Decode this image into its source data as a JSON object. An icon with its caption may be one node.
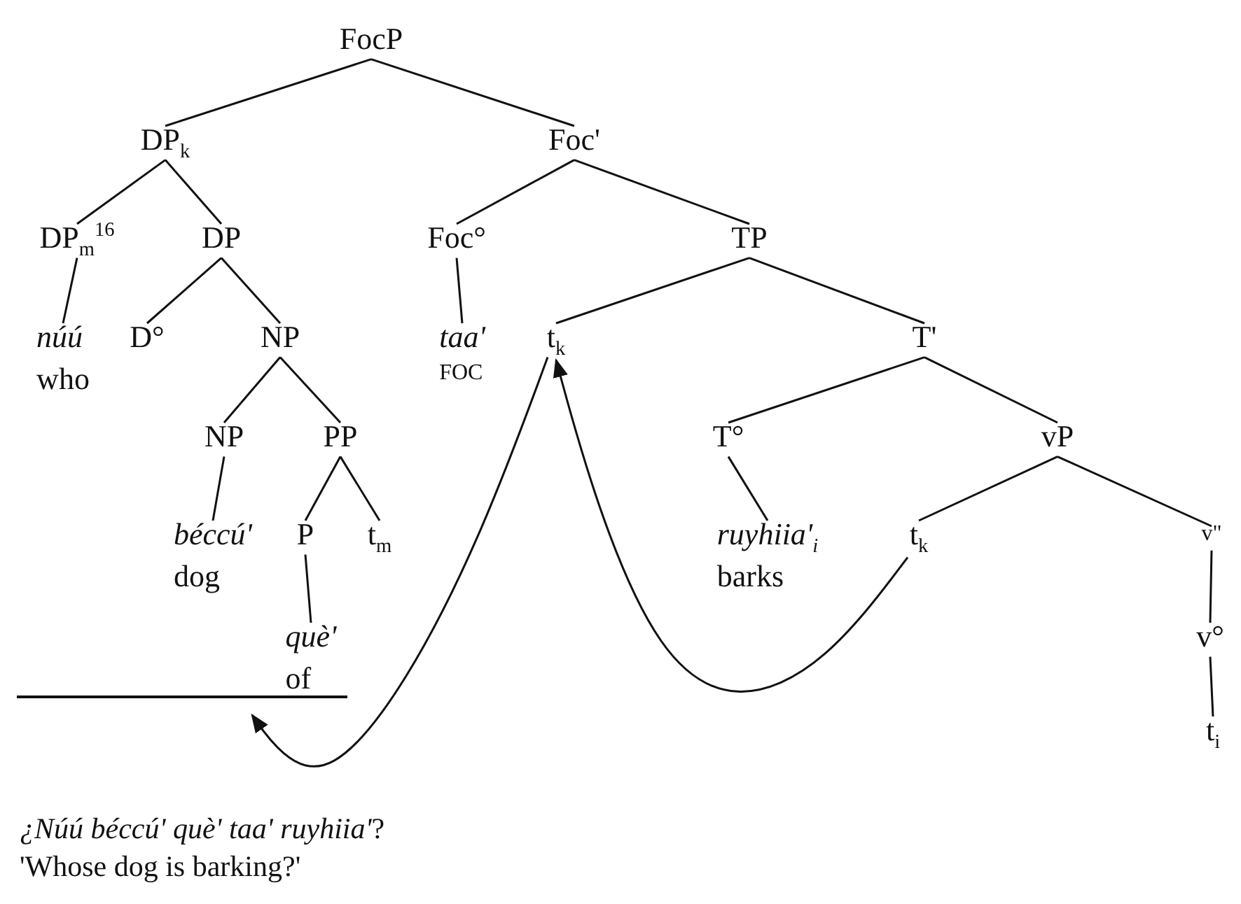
{
  "diagram": {
    "nodes": [
      {
        "text": [
          "FocP"
        ]
      },
      {
        "text": [
          "DP$_{k}$"
        ]
      },
      {
        "text": [
          "Foc'"
        ]
      },
      {
        "text": [
          "DP$_{m}$$^{16}$"
        ]
      },
      {
        "text": [
          "DP"
        ]
      },
      {
        "text": [
          "Foc°"
        ]
      },
      {
        "text": [
          "TP"
        ]
      },
      {
        "text": [
          "núú",
          "who"
        ]
      },
      {
        "text": [
          "D°"
        ]
      },
      {
        "text": [
          "NP"
        ]
      },
      {
        "text": [
          "taa'",
          "FOC"
        ]
      },
      {
        "text": [
          "t$_{k}$"
        ]
      },
      {
        "text": [
          "T'"
        ]
      },
      {
        "text": [
          "NP"
        ]
      },
      {
        "text": [
          "PP"
        ]
      },
      {
        "text": [
          "T°"
        ]
      },
      {
        "text": [
          "vP"
        ]
      },
      {
        "text": [
          "béccú'",
          "dog"
        ]
      },
      {
        "text": [
          "P"
        ]
      },
      {
        "text": [
          "t$_{m}$"
        ]
      },
      {
        "text": [
          "ruyhiia'$_{i}$",
          "barks"
        ]
      },
      {
        "text": [
          "t$_{k}$"
        ]
      },
      {
        "text": [
          "v\""
        ]
      },
      {
        "text": [
          "què'",
          "of"
        ]
      },
      {
        "text": [
          "v°"
        ]
      },
      {
        "text": [
          "t$_{i}$"
        ]
      },
      {
        "text": [],
        "shape": "line"
      }
    ],
    "edges": [
      {
        "from": 0,
        "to": 1,
        "arrow": "none"
      },
      {
        "from": 0,
        "to": 2,
        "arrow": "none"
      },
      {
        "from": 1,
        "to": 3,
        "arrow": "none"
      },
      {
        "from": 1,
        "to": 4,
        "arrow": "none"
      },
      {
        "from": 2,
        "to": 5,
        "arrow": "none"
      },
      {
        "from": 2,
        "to": 6,
        "arrow": "none"
      },
      {
        "from": 3,
        "to": 7,
        "arrow": "none"
      },
      {
        "from": 4,
        "to": 8,
        "arrow": "none"
      },
      {
        "from": 4,
        "to": 9,
        "arrow": "none"
      },
      {
        "from": 5,
        "to": 10,
        "arrow": "none"
      },
      {
        "from": 6,
        "to": 11,
        "arrow": "none"
      },
      {
        "from": 6,
        "to": 12,
        "arrow": "none"
      },
      {
        "from": 9,
        "to": 13,
        "arrow": "none"
      },
      {
        "from": 9,
        "to": 14,
        "arrow": "none"
      },
      {
        "from": 12,
        "to": 15,
        "arrow": "none"
      },
      {
        "from": 12,
        "to": 16,
        "arrow": "none"
      },
      {
        "from": 13,
        "to": 17,
        "arrow": "none"
      },
      {
        "from": 14,
        "to": 18,
        "arrow": "none"
      },
      {
        "from": 14,
        "to": 19,
        "arrow": "none"
      },
      {
        "from": 15,
        "to": 20,
        "arrow": "none"
      },
      {
        "from": 16,
        "to": 21,
        "arrow": "none"
      },
      {
        "from": 16,
        "to": 22,
        "arrow": "none"
      },
      {
        "from": 18,
        "to": 23,
        "arrow": "none"
      },
      {
        "from": 22,
        "to": 24,
        "arrow": "none"
      },
      {
        "from": 24,
        "to": 25,
        "arrow": "none"
      },
      {
        "from": 21,
        "to": 11,
        "arrow": "to"
      },
      {
        "from": 11,
        "to": 26,
        "arrow": "to"
      }
    ],
    "labels": [
      "*¿Núú béccú' què' taa' ruyhiia'*?",
      "'Whose dog is barking?'"
    ]
  }
}
